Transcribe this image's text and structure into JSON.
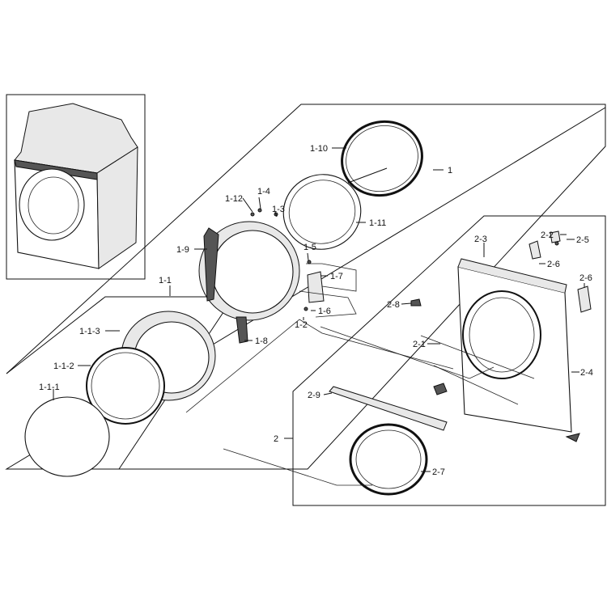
{
  "labels": {
    "l1": "1",
    "l1_1": "1-1",
    "l1_1_1": "1-1-1",
    "l1_1_2": "1-1-2",
    "l1_1_3": "1-1-3",
    "l1_2": "1-2",
    "l1_3": "1-3",
    "l1_4": "1-4",
    "l1_5": "1-5",
    "l1_6": "1-6",
    "l1_7": "1-7",
    "l1_8": "1-8",
    "l1_9": "1-9",
    "l1_10": "1-10",
    "l1_11": "1-11",
    "l1_12": "1-12",
    "l2": "2",
    "l2_1": "2-1",
    "l2_2": "2-2",
    "l2_3": "2-3",
    "l2_4": "2-4",
    "l2_5": "2-5",
    "l2_6a": "2-6",
    "l2_6b": "2-6",
    "l2_7": "2-7",
    "l2_8": "2-8",
    "l2_9": "2-9"
  }
}
